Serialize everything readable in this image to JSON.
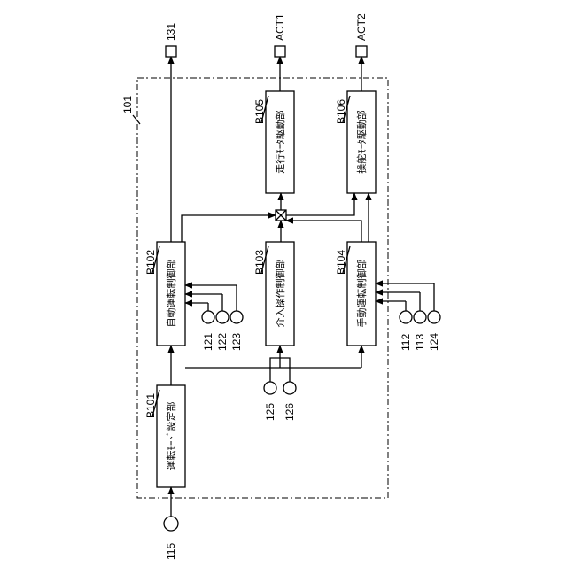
{
  "system": {
    "label": "101"
  },
  "blocks": {
    "b101": {
      "id": "B101",
      "name": "運転ﾓｰﾄﾞ設定部"
    },
    "b102": {
      "id": "B102",
      "name": "自動運転制御部"
    },
    "b103": {
      "id": "B103",
      "name": "介入操作制御部"
    },
    "b104": {
      "id": "B104",
      "name": "手動運転制御部"
    },
    "b105": {
      "id": "B105",
      "name": "走行ﾓｰﾀ駆動部"
    },
    "b106": {
      "id": "B106",
      "name": "操舵ﾓｰﾀ駆動部"
    }
  },
  "outputs": {
    "o131": "131",
    "act1": "ACT1",
    "act2": "ACT2"
  },
  "sensors": {
    "s115": "115",
    "s121": "121",
    "s122": "122",
    "s123": "123",
    "s125": "125",
    "s126": "126",
    "s112": "112",
    "s113": "113",
    "s124": "124"
  }
}
